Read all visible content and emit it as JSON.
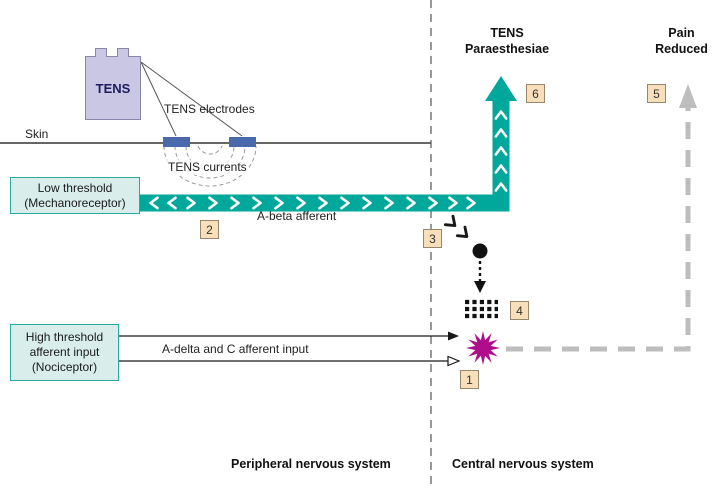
{
  "diagram": {
    "device_label": "TENS",
    "labels": {
      "electrodes": "TENS electrodes",
      "skin": "Skin",
      "currents": "TENS currents",
      "low_threshold": "Low threshold\n(Mechanoreceptor)",
      "a_beta": "A-beta afferent",
      "high_threshold": "High threshold\nafferent input\n(Nociceptor)",
      "a_delta": "A-delta and C afferent input",
      "tens_paraesthesiae": "TENS\nParaesthesiae",
      "pain_reduced": "Pain\nReduced",
      "peripheral": "Peripheral nervous system",
      "central": "Central nervous system"
    },
    "steps": {
      "s1": "1",
      "s2": "2",
      "s3": "3",
      "s4": "4",
      "s5": "5",
      "s6": "6"
    },
    "colors": {
      "teal_band": "#00A79B",
      "label_box_fill": "#D9EDEB",
      "label_box_border": "#2BA9A0",
      "device_fill": "#C9C7E3",
      "electrode_blue": "#4A69AD",
      "step_box_fill": "#F8DFBA",
      "star_magenta": "#B00D8C",
      "pain_path_gray": "#BDBDBD"
    }
  }
}
